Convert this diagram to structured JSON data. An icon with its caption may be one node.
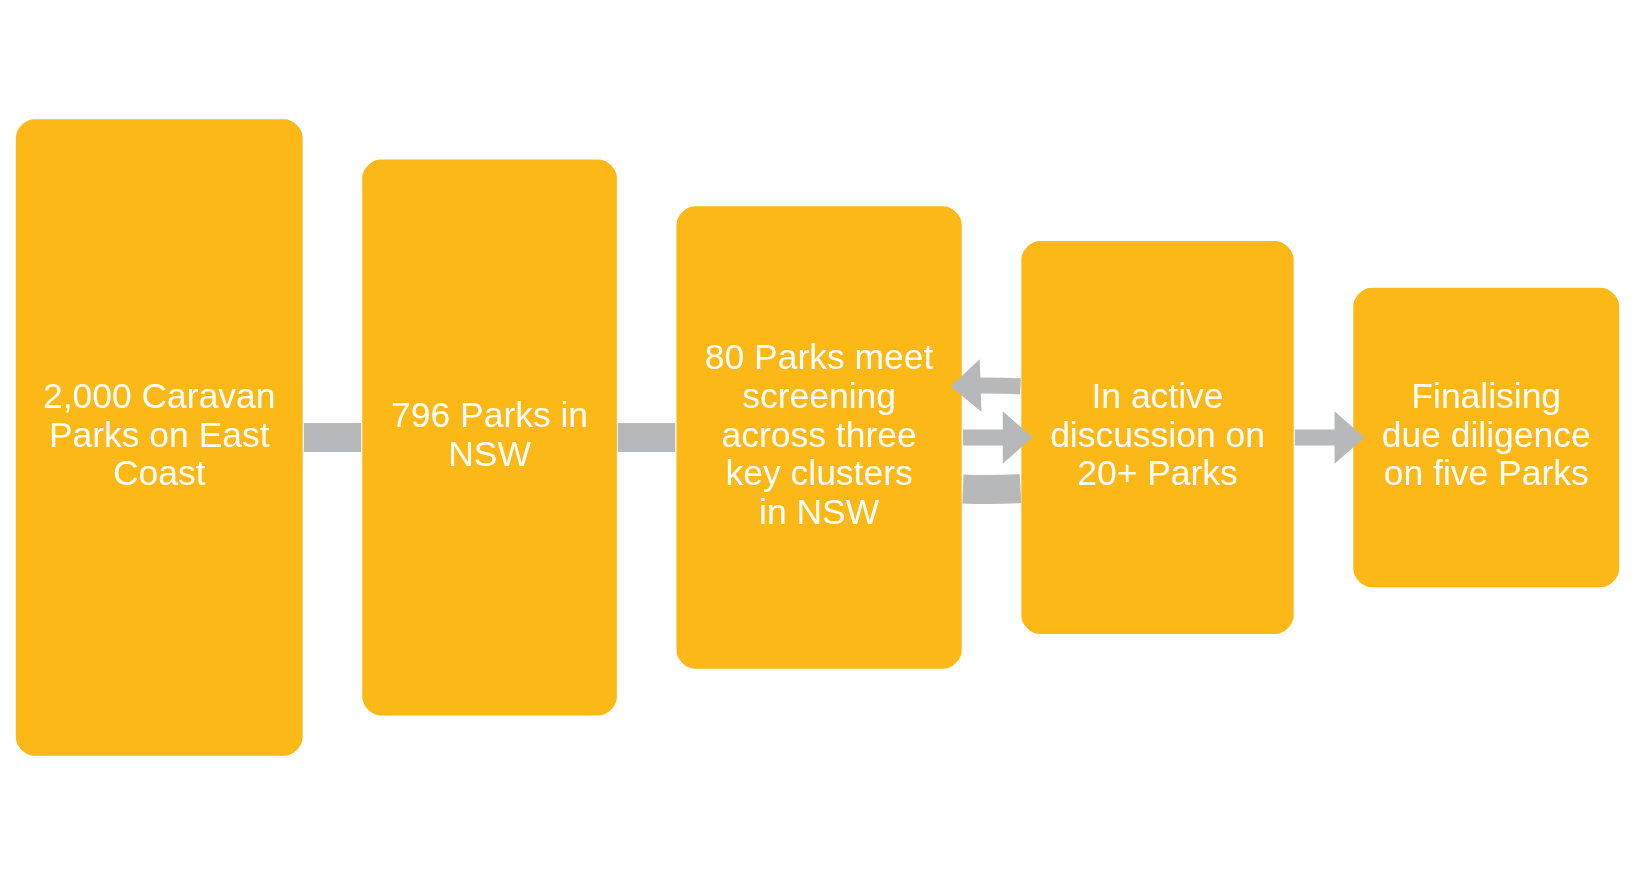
{
  "diagram": {
    "nodes": [
      {
        "text": [
          "2,000 Caravan Parks on East Coast"
        ]
      },
      {
        "text": [
          "796 Parks in NSW"
        ]
      },
      {
        "text": [
          "80 Parks meet screening across three key clusters in NSW"
        ]
      },
      {
        "text": [
          "In active discussion on 20+ Parks"
        ]
      },
      {
        "text": [
          "Finalising due diligence on five Parks"
        ]
      }
    ],
    "edges": [
      {
        "from": 0,
        "to": 1,
        "arrow": "none",
        "style": "thick"
      },
      {
        "from": 1,
        "to": 2,
        "arrow": "none",
        "style": "thick"
      },
      {
        "from": 2,
        "to": 3,
        "arrow": "none",
        "style": "thick"
      },
      {
        "from": 2,
        "to": 3,
        "arrow": "to"
      },
      {
        "from": 3,
        "to": 2,
        "arrow": "to"
      },
      {
        "from": 3,
        "to": 4,
        "arrow": "to"
      }
    ]
  }
}
